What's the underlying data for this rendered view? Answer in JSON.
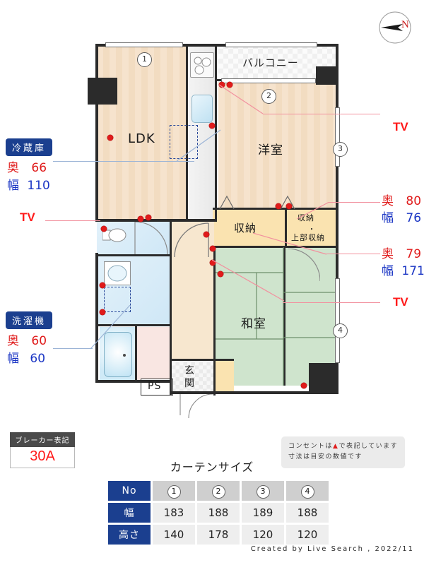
{
  "compass": {
    "label": "N",
    "name": "north-arrow"
  },
  "plan": {
    "rooms": [
      {
        "key": "ldk",
        "label": "LDK"
      },
      {
        "key": "balcony",
        "label": "バルコニー"
      },
      {
        "key": "yoshitsu",
        "label": "洋室"
      },
      {
        "key": "washitsu",
        "label": "和室"
      },
      {
        "key": "storage1",
        "label": "収納"
      },
      {
        "key": "storage2a",
        "label": "収納"
      },
      {
        "key": "storage2b",
        "label": "・"
      },
      {
        "key": "storage2c",
        "label": "上部収納"
      },
      {
        "key": "genkan",
        "label": "玄関"
      },
      {
        "key": "ps",
        "label": "PS"
      }
    ],
    "window_markers": [
      "1",
      "2",
      "3",
      "4"
    ]
  },
  "appliances": [
    {
      "name": "refrigerator",
      "title": "冷蔵庫",
      "depth_label": "奥",
      "depth": "66",
      "width_label": "幅",
      "width": "110"
    },
    {
      "name": "washing-machine",
      "title": "洗濯機",
      "depth_label": "奥",
      "depth": "60",
      "width_label": "幅",
      "width": "60"
    }
  ],
  "storage_dims": [
    {
      "name": "upper-storage-dim",
      "depth_label": "奥",
      "depth": "80",
      "width_label": "幅",
      "width": "76"
    },
    {
      "name": "closet-dim",
      "depth_label": "奥",
      "depth": "79",
      "width_label": "幅",
      "width": "171"
    }
  ],
  "tv_outlets": [
    {
      "name": "tv-yoshitsu",
      "label": "TV"
    },
    {
      "name": "tv-ldk",
      "label": "TV"
    },
    {
      "name": "tv-washitsu",
      "label": "TV"
    }
  ],
  "breaker": {
    "title": "ブレーカー表記",
    "value": "30A"
  },
  "note": {
    "line1_a": "コンセントは",
    "line1_tri": "▲",
    "line1_b": "で表記しています",
    "line2": "寸法は目安の数値です"
  },
  "curtain": {
    "title": "カーテンサイズ",
    "row_headers": [
      "No",
      "幅",
      "高さ"
    ],
    "columns": [
      "1",
      "2",
      "3",
      "4"
    ],
    "width": [
      "183",
      "188",
      "189",
      "188"
    ],
    "height": [
      "140",
      "178",
      "120",
      "120"
    ]
  },
  "footer": {
    "text": "Created by Live Search , 2022/11"
  },
  "colors": {
    "accent": "#1b3f8f",
    "outlet": "#e01b1b",
    "tatami": "#cfe4cd",
    "wood": "#f4dfc4",
    "storage": "#fae3b0"
  }
}
